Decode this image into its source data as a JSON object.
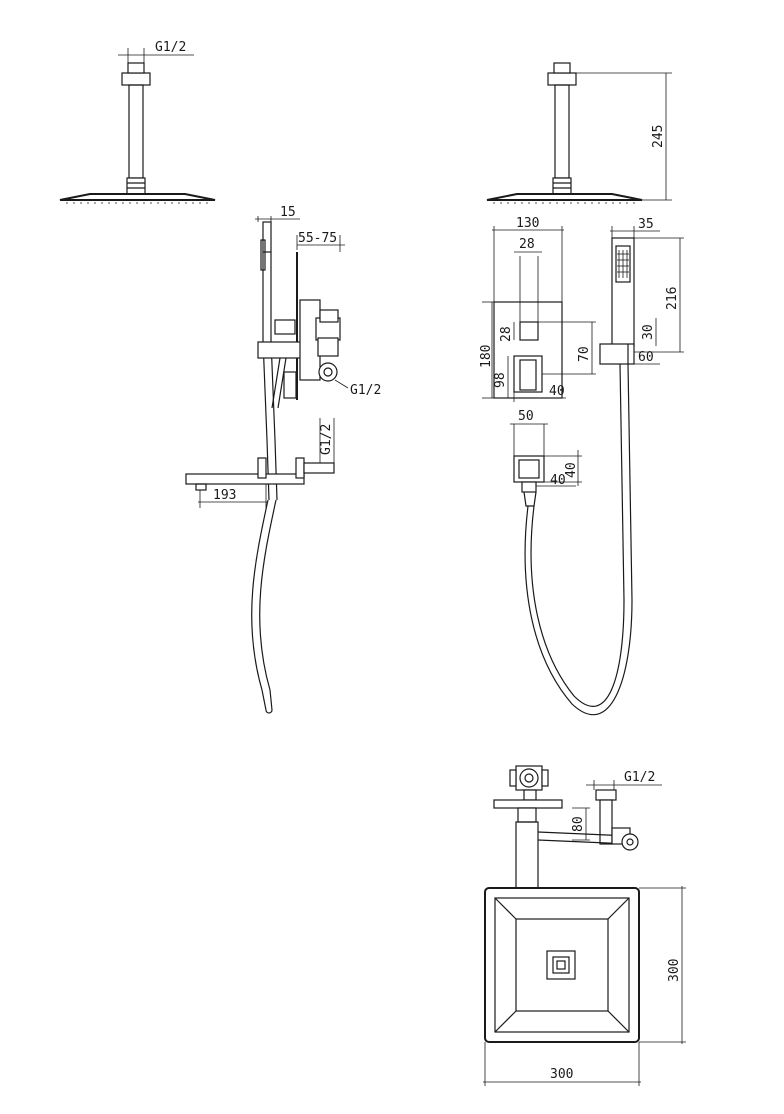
{
  "thread_label": "G1/2",
  "dimensions": {
    "ceiling_arm_height": "245",
    "wall_offset": "15",
    "valve_depth_range": "55-75",
    "tub_spout_reach": "193",
    "trim_plate_width": "130",
    "trim_plate_height": "180",
    "handle_width": "28",
    "handle_height": "28",
    "handle_offset": "70",
    "lever_offset": "98",
    "lever_width": "40",
    "handshower_width": "35",
    "handshower_length": "216",
    "holder_height": "30",
    "holder_width": "60",
    "outlet_width": "50",
    "outlet_height": "40",
    "outlet_depth": "40",
    "arm_drop": "80",
    "showerhead_width": "300",
    "showerhead_depth": "300"
  }
}
